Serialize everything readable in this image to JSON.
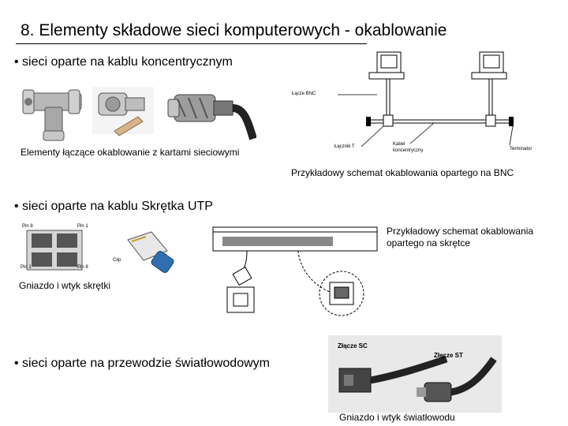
{
  "slide": {
    "title": "8. Elementy składowe sieci komputerowych - okablowanie",
    "bullet_coax": "• sieci oparte na kablu koncentrycznym",
    "caption_connectors": "Elementy łączące okablowanie z kartami sieciowymi",
    "bnc": {
      "caption": "Przykładowy schemat okablowania opartego na BNC",
      "label_bnc": "Łącze BNC",
      "label_t": "Łącznik T",
      "label_cable_line1": "Kabel",
      "label_cable_line2": "koncentryczny",
      "label_terminator": "Terminator"
    },
    "bullet_utp": "• sieci oparte na kablu Skrętka UTP",
    "utp": {
      "caption_line1": "Przykładowy schemat okablowania",
      "caption_line2": "opartego na skrętce",
      "socket_caption": "Gniazdo i wtyk skrętki",
      "pin8": "Pin 8",
      "pin1_top": "Pin 1",
      "pin1_bottom": "Pin 1",
      "pin8_bottom": "Pin 8",
      "clip": "Clip"
    },
    "bullet_fiber": "• sieci oparte na przewodzie światłowodowym",
    "fiber": {
      "label_sc": "Złącze SC",
      "label_st": "Złącze ST",
      "caption": "Gniazdo i wtyk światłowodu"
    }
  }
}
